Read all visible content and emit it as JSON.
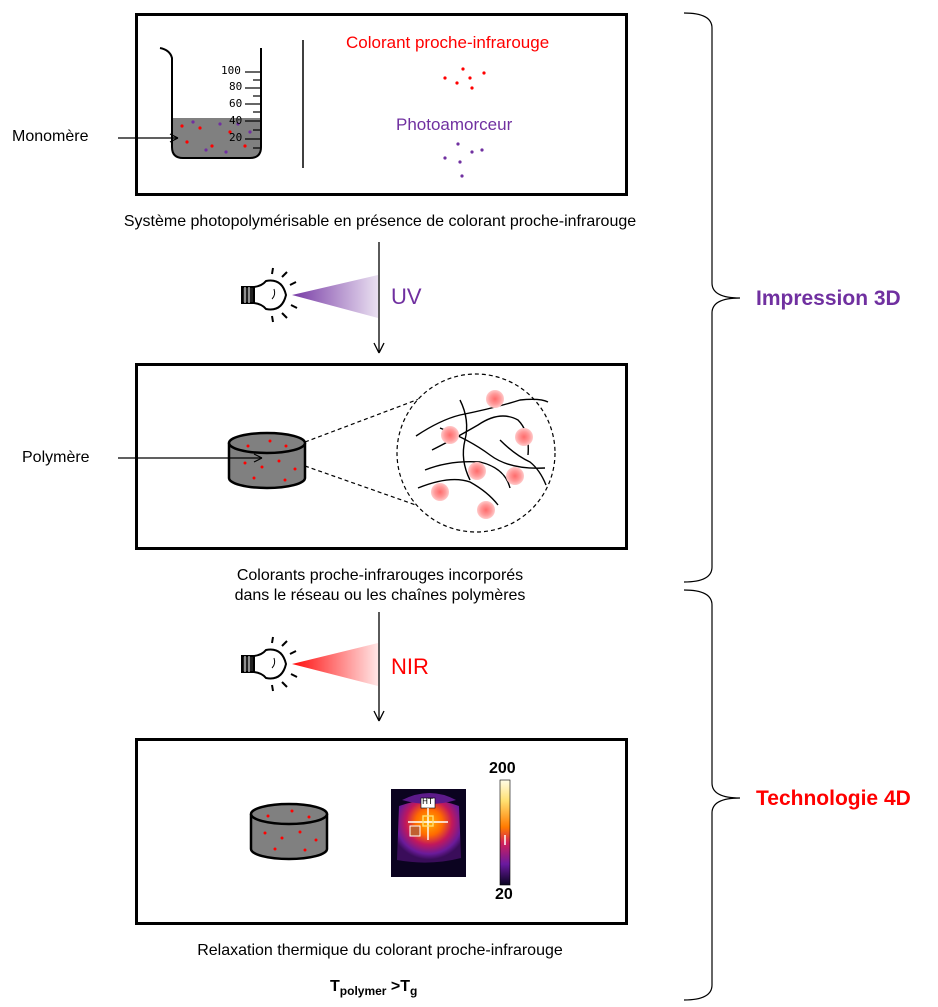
{
  "stage1": {
    "dye_label": "Colorant proche-infrarouge",
    "photoinitiator_label": "Photoamorceur",
    "monomer_label": "Monomère",
    "beaker_ticks": [
      "100",
      "80",
      "60",
      "40",
      "20"
    ],
    "caption": "Système photopolymérisable en présence de colorant proche-infrarouge"
  },
  "uv_step": {
    "label": "UV"
  },
  "stage2": {
    "polymer_label": "Polymère",
    "caption_line1": "Colorants proche-infrarouges incorporés",
    "caption_line2": "dans le réseau ou les chaînes polymères"
  },
  "nir_step": {
    "label": "NIR"
  },
  "stage3": {
    "thermal_marker": "HT",
    "scale_max": "200",
    "scale_min": "20",
    "caption": "Relaxation thermique du colorant proche-infrarouge"
  },
  "condition": {
    "t": "T",
    "polymer_sub": "polymer",
    "gt": " >T",
    "g_sub": "g"
  },
  "braces": {
    "upper_label": "Impression 3D",
    "lower_label": "Technologie 4D"
  },
  "colors": {
    "dye": "#ff0000",
    "photoinitiator": "#7030a0",
    "impression": "#7030a0",
    "technology": "#ff0000",
    "liquid": "#808080"
  }
}
